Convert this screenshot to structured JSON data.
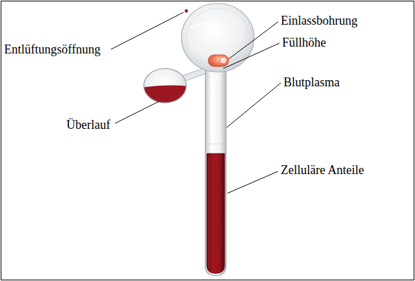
{
  "diagram": {
    "labels": [
      "Entlüftungsöffnung",
      "Einlassbohrung",
      "Füllhöhe",
      "Blutplasma",
      "Überlauf",
      "Zelluläre Anteile"
    ]
  }
}
